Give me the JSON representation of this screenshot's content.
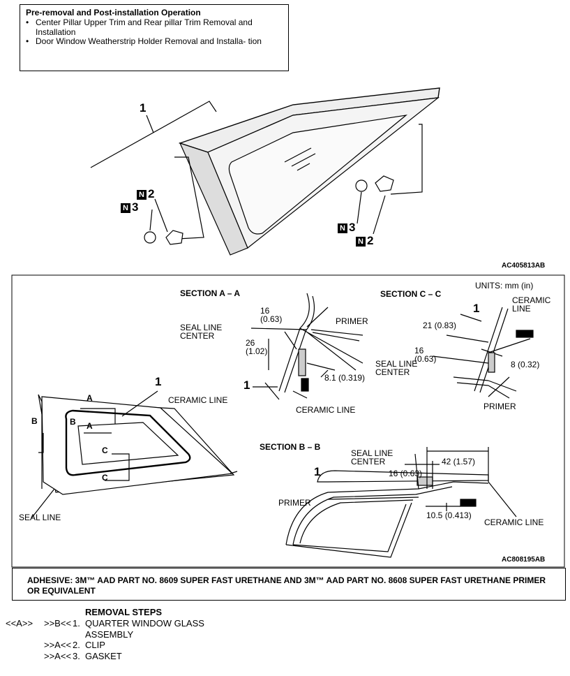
{
  "pre_removal": {
    "title": "Pre-removal and Post-installation Operation",
    "items": [
      "Center Pillar Upper Trim and Rear pillar Trim Removal and Installation",
      "Door Window Weatherstrip Holder Removal and Installa- tion"
    ]
  },
  "top_figure": {
    "part_1": "1",
    "n_badge": "N",
    "part_2": "2",
    "part_3": "3",
    "code": "AC405813AB"
  },
  "section_figure": {
    "units": "UNITS: mm (in)",
    "section_aa": "SECTION A – A",
    "section_bb": "SECTION B – B",
    "section_cc": "SECTION C – C",
    "seal_line_center": "SEAL LINE CENTER",
    "primer": "PRIMER",
    "ceramic_line": "CERAMIC LINE",
    "seal_line": "SEAL LINE",
    "part_1": "1",
    "a": "A",
    "b": "B",
    "c": "C",
    "dim_16": "16 (0.63)",
    "dim_26": "26 (1.02)",
    "dim_81": "8.1 (0.319)",
    "dim_21": "21 (0.83)",
    "dim_8": "8 (0.32)",
    "dim_42": "42 (1.57)",
    "dim_105": "10.5 (0.413)",
    "code": "AC808195AB"
  },
  "adhesive": "ADHESIVE: 3M™ AAD PART NO. 8609 SUPER FAST URETHANE AND 3M™ AAD PART NO. 8608 SUPER FAST URETHANE PRIMER OR EQUIVALENT",
  "removal": {
    "heading": "REMOVAL STEPS",
    "steps": [
      {
        "ref1": "<<A>>",
        "ref2": ">>B<<",
        "num": "1.",
        "text": "QUARTER WINDOW GLASS ASSEMBLY"
      },
      {
        "ref1": "",
        "ref2": ">>A<<",
        "num": "2.",
        "text": "CLIP"
      },
      {
        "ref1": "",
        "ref2": ">>A<<",
        "num": "3.",
        "text": "GASKET"
      }
    ]
  }
}
